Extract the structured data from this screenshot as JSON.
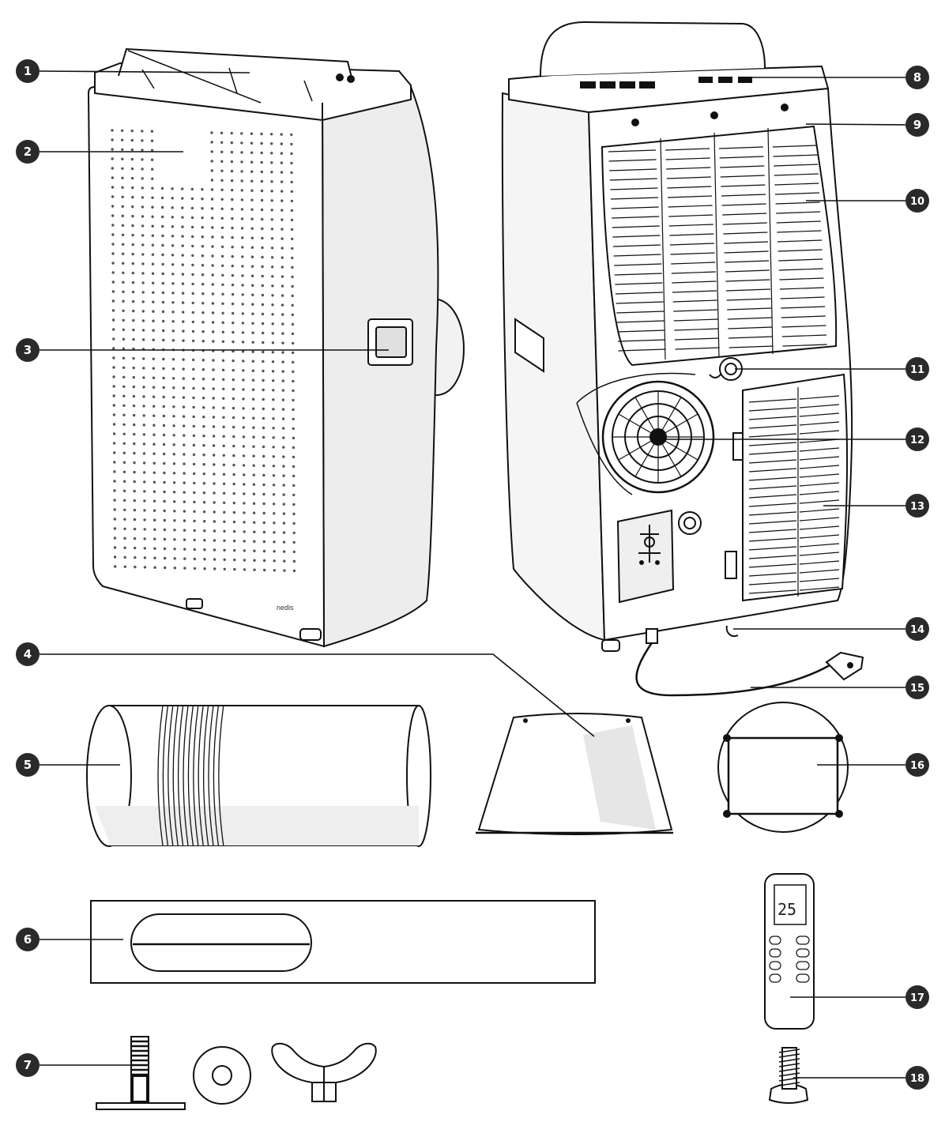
{
  "brand_label": "nedis",
  "remote": {
    "display_value": "25"
  },
  "callouts": [
    "1",
    "2",
    "3",
    "4",
    "5",
    "6",
    "7",
    "8",
    "9",
    "10",
    "11",
    "12",
    "13",
    "14",
    "15",
    "16",
    "17",
    "18"
  ],
  "colors": {
    "line": "#111111",
    "badge": "#2a2a2a",
    "shade": "#e9e9e9"
  }
}
